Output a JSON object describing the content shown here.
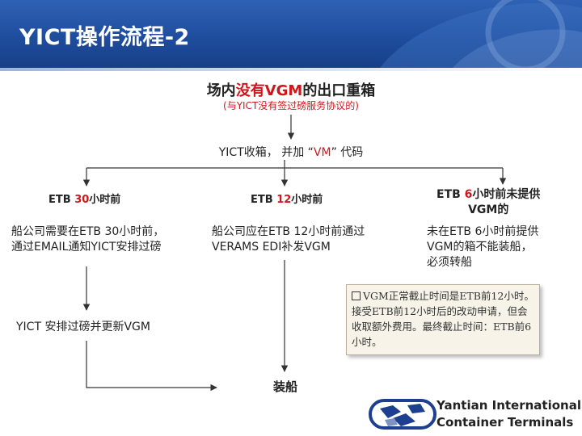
{
  "slide": {
    "title": "YICT操作流程-2"
  },
  "heading": {
    "part1": "场内",
    "part2_red": "没有VGM",
    "part3": "的出口重箱",
    "subtitle": "(与YICT没有签过磅服务协议的)"
  },
  "step1": {
    "text1": "YICT收箱，  并加 “",
    "code_red": "VM",
    "text2": "” 代码"
  },
  "branches": [
    {
      "label_pre": "ETB ",
      "hours_red": "30",
      "label_post": "小时前",
      "desc_line1": "船公司需要在ETB 30小时前，",
      "desc_line2": "通过EMAIL通知YICT安排过磅",
      "next_step": "YICT  安排过磅并更新VGM"
    },
    {
      "label_pre": "ETB ",
      "hours_red": "12",
      "label_post": "小时前",
      "desc_line1": "船公司应在ETB 12小时前通过",
      "desc_line2": "VERAMS EDI补发VGM"
    },
    {
      "label_pre": "ETB ",
      "hours_red": "6",
      "label_post": "小时前未提供",
      "label_line2": "VGM的",
      "desc_line1": "未在ETB 6小时前提供",
      "desc_line2": "VGM的箱不能装船，",
      "desc_line3": "必须转船"
    }
  ],
  "final_step": "装船",
  "note": {
    "text": "VGM正常截止时间是ETB前12小时。 接受ETB前12小时后的改动申请，但会收取额外费用。最终截止时间：ETB前6小时。"
  },
  "company": {
    "line1": "Yantian International",
    "line2": "Container Terminals"
  },
  "colors": {
    "header_blue": "#1f4d9e",
    "accent_red": "#d0161b",
    "logo_blue": "#1c3f8f"
  }
}
